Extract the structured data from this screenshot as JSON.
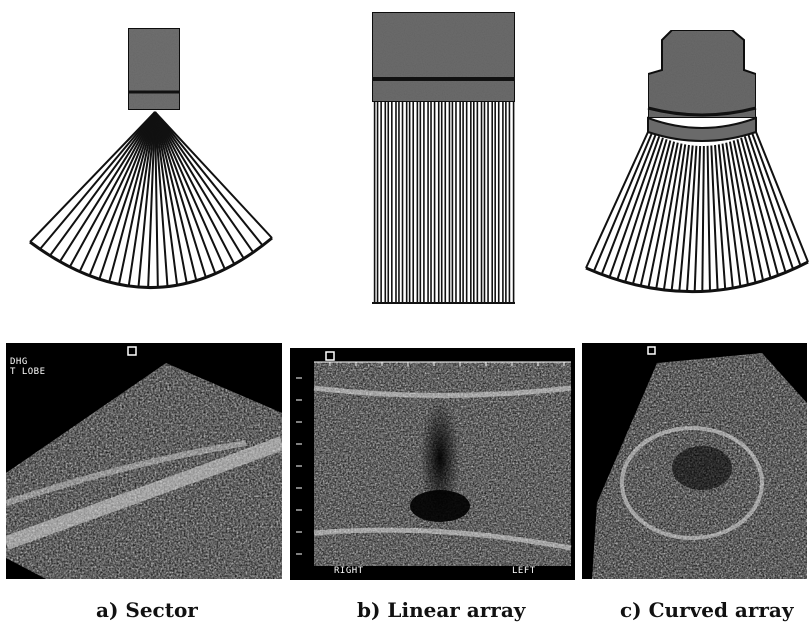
{
  "captions": {
    "sector": "a) Sector",
    "linear": "b) Linear array",
    "curved": "c) Curved array"
  },
  "overlays": {
    "sector_line1": "DHG",
    "sector_line2": "T LOBE",
    "linear_left": "RIGHT",
    "linear_right": "LEFT"
  },
  "colors": {
    "transducer": "#6e6e6e",
    "ink": "#111111",
    "image_bg": "#000000"
  }
}
